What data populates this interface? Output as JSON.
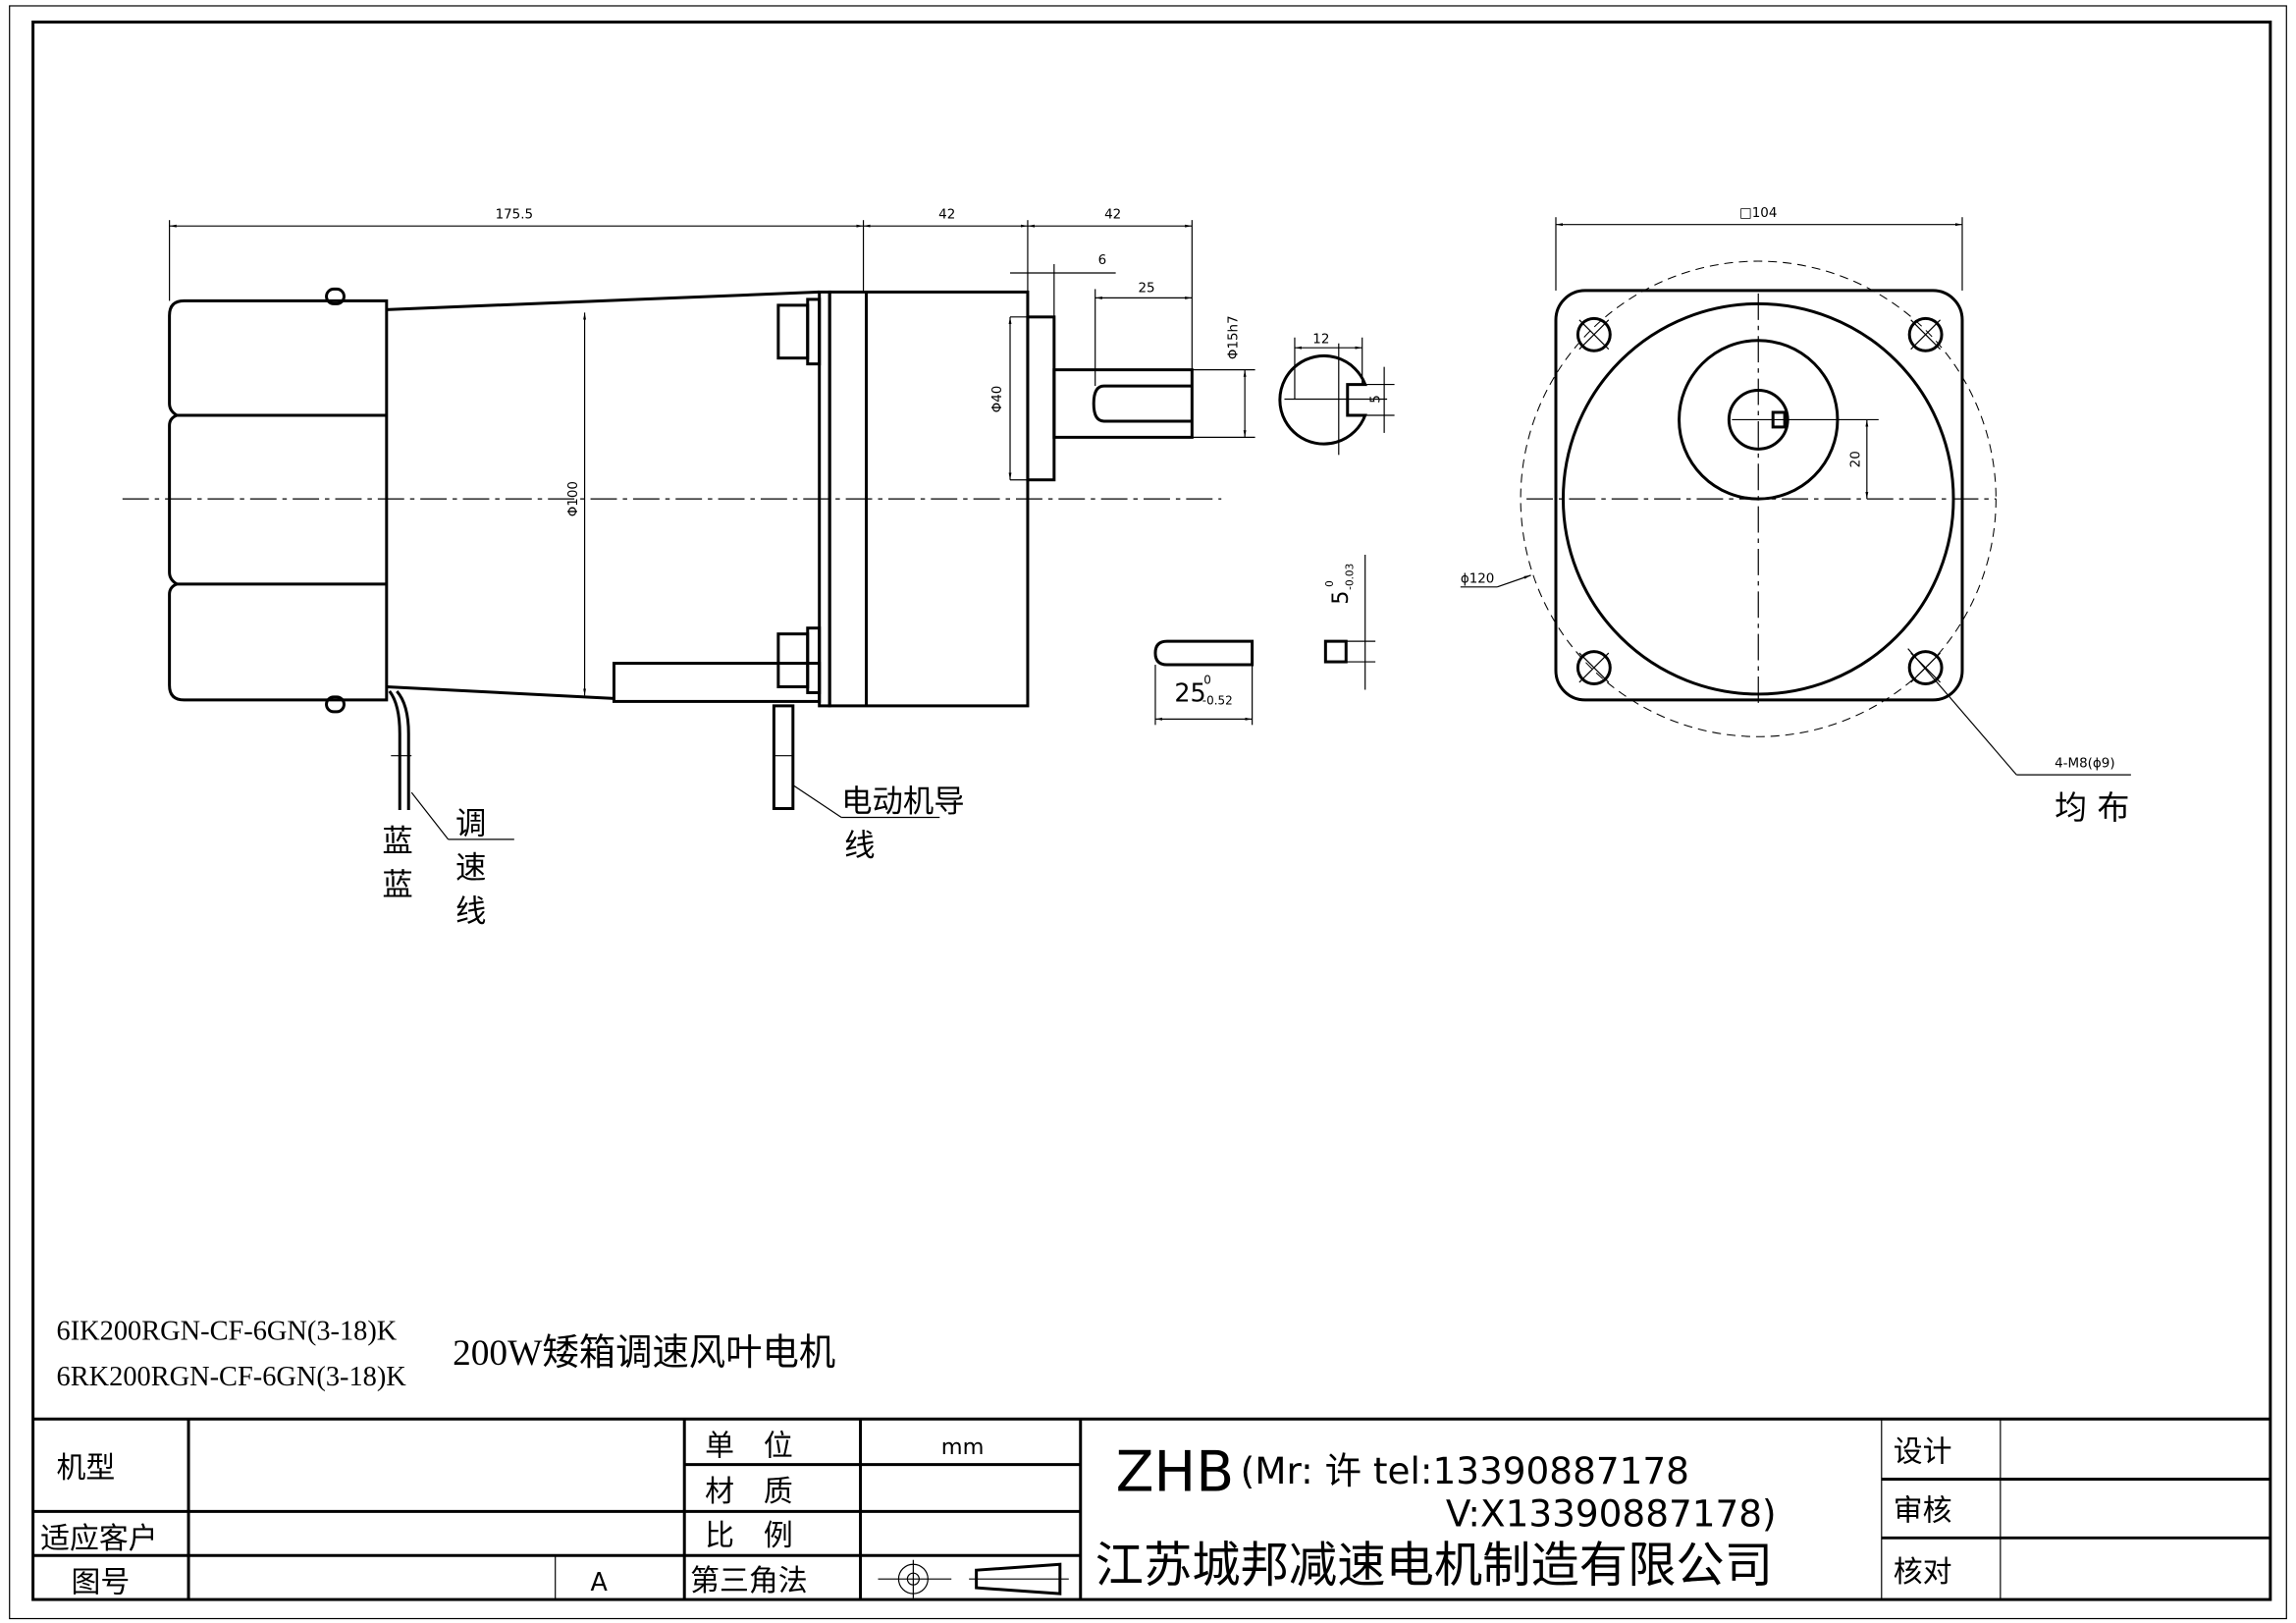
{
  "dimensions": {
    "motor_length": "175.5",
    "gearbox_length": "42",
    "shaft_length": "42",
    "boss_length": "6",
    "key_length": "25",
    "shaft_dia": "Φ15h7",
    "boss_dia": "Φ40",
    "body_dia": "Φ100",
    "section_width": "12",
    "key_width": "5",
    "key_len_nominal": "25",
    "key_len_upper": "0",
    "key_len_lower": "-0.52",
    "key_thk_nominal": "5",
    "key_thk_upper": "0",
    "key_thk_lower": "-0.03",
    "flange_square": "□104",
    "shaft_offset": "20",
    "pcd": "ϕ120",
    "holes": "4-M8(ϕ9)",
    "holes_note": "均 布"
  },
  "labels": {
    "lead_color_1": "蓝",
    "lead_color_2": "蓝",
    "speed_lead": [
      "调",
      "速",
      "线"
    ],
    "motor_lead_line1": "电动机导",
    "motor_lead_line2": "线"
  },
  "title": {
    "model_1": "6IK200RGN-CF-6GN(3-18)K",
    "model_2": "6RK200RGN-CF-6GN(3-18)K",
    "product_name": "200W矮箱调速风叶电机"
  },
  "title_block": {
    "model_label": "机型",
    "customer_label": "适应客户",
    "drawing_no_label": "图号",
    "revision": "A",
    "unit_label": "单　位",
    "unit_value": "mm",
    "material_label": "材　质",
    "scale_label": "比　例",
    "projection_label": "第三角法",
    "brand": "ZHB",
    "contact_line1": "(Mr: 许 tel:13390887178",
    "contact_line2": "V:X13390887178)",
    "company": "江苏城邦减速电机制造有限公司",
    "design_label": "设计",
    "review_label": "审核",
    "check_label": "核对"
  }
}
